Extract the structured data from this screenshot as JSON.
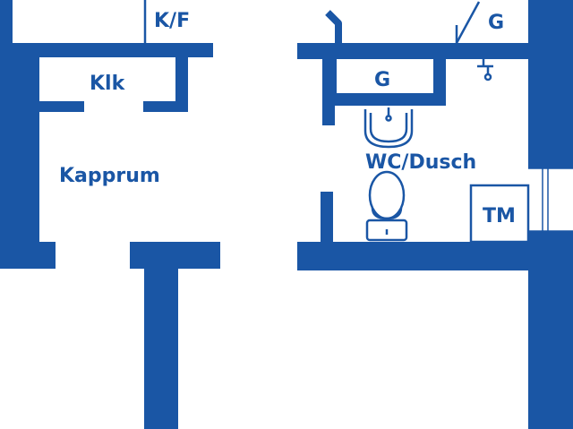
{
  "colors": {
    "wall": "#1a56a5",
    "fixture_stroke": "#1a56a5",
    "background": "#ffffff"
  },
  "rooms": {
    "kf": "K/F",
    "klk": "Klk",
    "kapprum": "Kapprum",
    "g_upper": "G",
    "g_lower": "G",
    "wc_dusch": "WC/Dusch",
    "tm": "TM"
  }
}
